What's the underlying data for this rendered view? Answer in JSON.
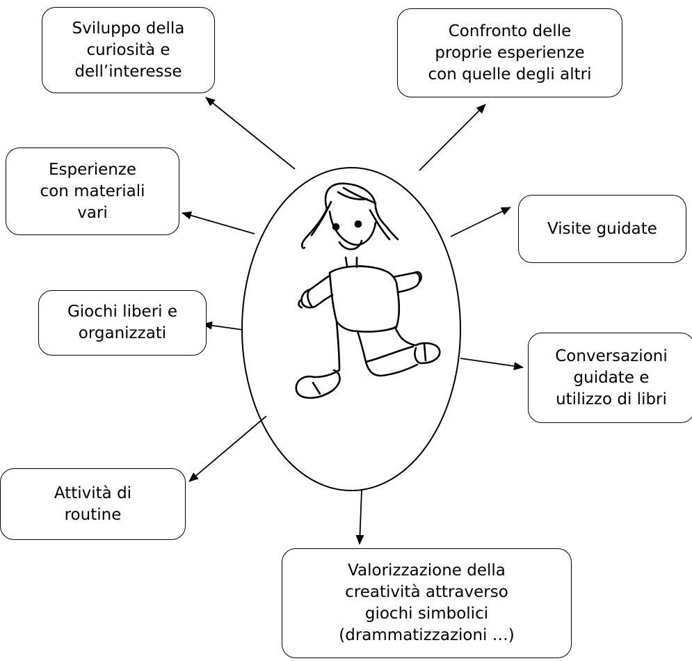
{
  "boxes": [
    {
      "name": "box-sviluppo-curiosita",
      "text": "Sviluppo della\ncuriosità e\ndell’interesse"
    },
    {
      "name": "box-confronto-esperienze",
      "text": "Confronto delle\nproprie esperienze\ncon quelle degli altri"
    },
    {
      "name": "box-esperienze-materiali",
      "text": "Esperienze\ncon materiali\nvari"
    },
    {
      "name": "box-visite-guidate",
      "text": "Visite guidate"
    },
    {
      "name": "box-giochi-liberi",
      "text": "Giochi liberi e\norganizzati"
    },
    {
      "name": "box-conversazioni-guidate",
      "text": "Conversazioni\nguidate e\nutilizzo di libri"
    },
    {
      "name": "box-attivita-routine",
      "text": "Attività di\nroutine"
    },
    {
      "name": "box-valorizzazione-creativita",
      "text": "Valorizzazione della\ncreatività attraverso\ngiochi simbolici\n(drammatizzazioni …)"
    }
  ],
  "center": {
    "image": "child-drawing-icon"
  }
}
